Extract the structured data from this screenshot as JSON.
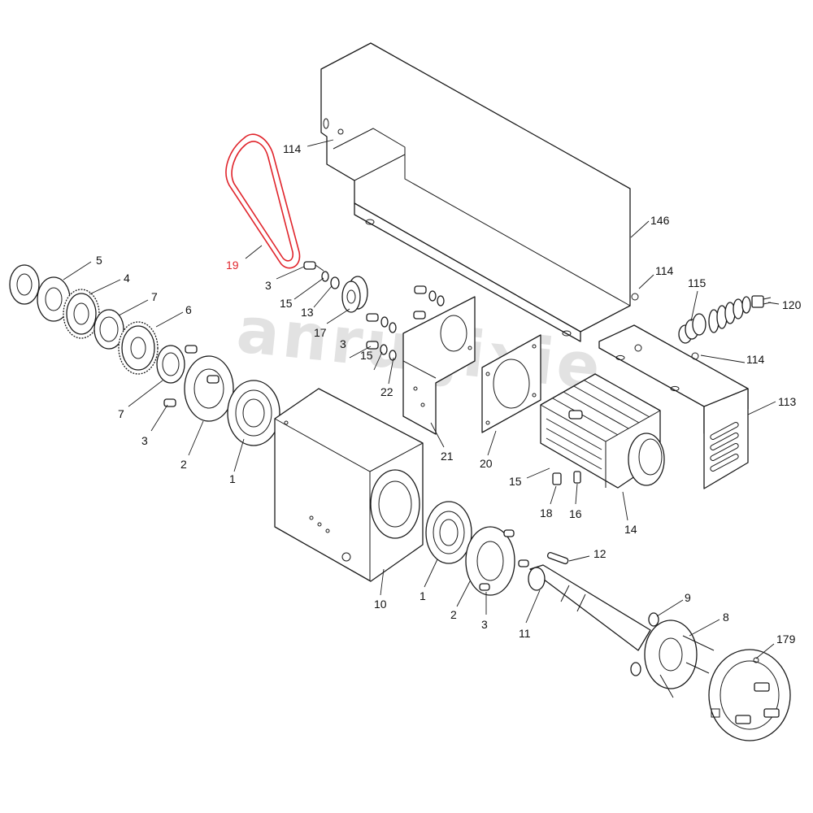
{
  "watermark": "anruijixie",
  "highlight_color": "#e0242b",
  "callouts": [
    {
      "id": "c-114-top",
      "text": "114"
    },
    {
      "id": "c-146",
      "text": "146"
    },
    {
      "id": "c-114-mid",
      "text": "114"
    },
    {
      "id": "c-115",
      "text": "115"
    },
    {
      "id": "c-120",
      "text": "120"
    },
    {
      "id": "c-114-right",
      "text": "114"
    },
    {
      "id": "c-113",
      "text": "113"
    },
    {
      "id": "c-19",
      "text": "19",
      "highlighted": true
    },
    {
      "id": "c-5",
      "text": "5"
    },
    {
      "id": "c-4",
      "text": "4"
    },
    {
      "id": "c-7-top",
      "text": "7"
    },
    {
      "id": "c-6",
      "text": "6"
    },
    {
      "id": "c-7-bottom",
      "text": "7"
    },
    {
      "id": "c-3-left",
      "text": "3"
    },
    {
      "id": "c-2-left",
      "text": "2"
    },
    {
      "id": "c-1-left",
      "text": "1"
    },
    {
      "id": "c-3-top",
      "text": "3"
    },
    {
      "id": "c-15-top",
      "text": "15"
    },
    {
      "id": "c-13",
      "text": "13"
    },
    {
      "id": "c-17",
      "text": "17"
    },
    {
      "id": "c-3-mid",
      "text": "3"
    },
    {
      "id": "c-15-mid",
      "text": "15"
    },
    {
      "id": "c-22",
      "text": "22"
    },
    {
      "id": "c-21",
      "text": "21"
    },
    {
      "id": "c-20",
      "text": "20"
    },
    {
      "id": "c-15-bottom",
      "text": "15"
    },
    {
      "id": "c-18",
      "text": "18"
    },
    {
      "id": "c-16",
      "text": "16"
    },
    {
      "id": "c-14",
      "text": "14"
    },
    {
      "id": "c-12",
      "text": "12"
    },
    {
      "id": "c-10",
      "text": "10"
    },
    {
      "id": "c-1-bottom",
      "text": "1"
    },
    {
      "id": "c-2-bottom",
      "text": "2"
    },
    {
      "id": "c-3-bottom",
      "text": "3"
    },
    {
      "id": "c-11",
      "text": "11"
    },
    {
      "id": "c-9",
      "text": "9"
    },
    {
      "id": "c-8",
      "text": "8"
    },
    {
      "id": "c-179",
      "text": "179"
    }
  ]
}
